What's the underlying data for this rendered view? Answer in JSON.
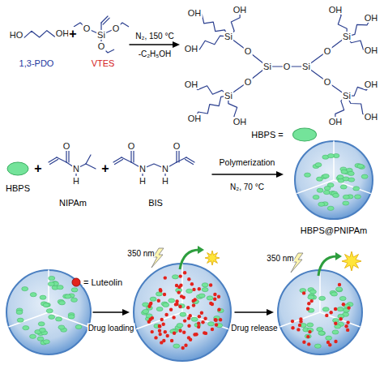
{
  "diagram": {
    "labels": [
      "HO",
      "OH",
      "1,3-PDO",
      "+",
      "O",
      "Si",
      "O",
      "O",
      "VTES",
      "N₂, 150 °C",
      "-C₂H₅OH",
      "OH",
      "OH",
      "OH",
      "OH",
      "Si",
      "Si",
      "OH",
      "OH",
      "O",
      "O",
      "Si",
      "O",
      "Si",
      "O",
      "O",
      "OH",
      "OH",
      "Si",
      "Si",
      "OH",
      "OH",
      "OH",
      "OH",
      "HBPS",
      "+",
      "O",
      "N",
      "H",
      "NIPAm",
      "+",
      "O",
      "N",
      "H",
      "N",
      "H",
      "O",
      "BIS",
      "Polymerization",
      "N₂, 70 °C",
      "HBPS@PNIPAm",
      "350 nm",
      "Drug loading",
      "Drug release",
      "350 nm"
    ],
    "legend": [
      {
        "text": "HBPS =",
        "color": "#74e39a"
      },
      {
        "text": "= Luteolin",
        "color": "#e3221c"
      }
    ]
  }
}
